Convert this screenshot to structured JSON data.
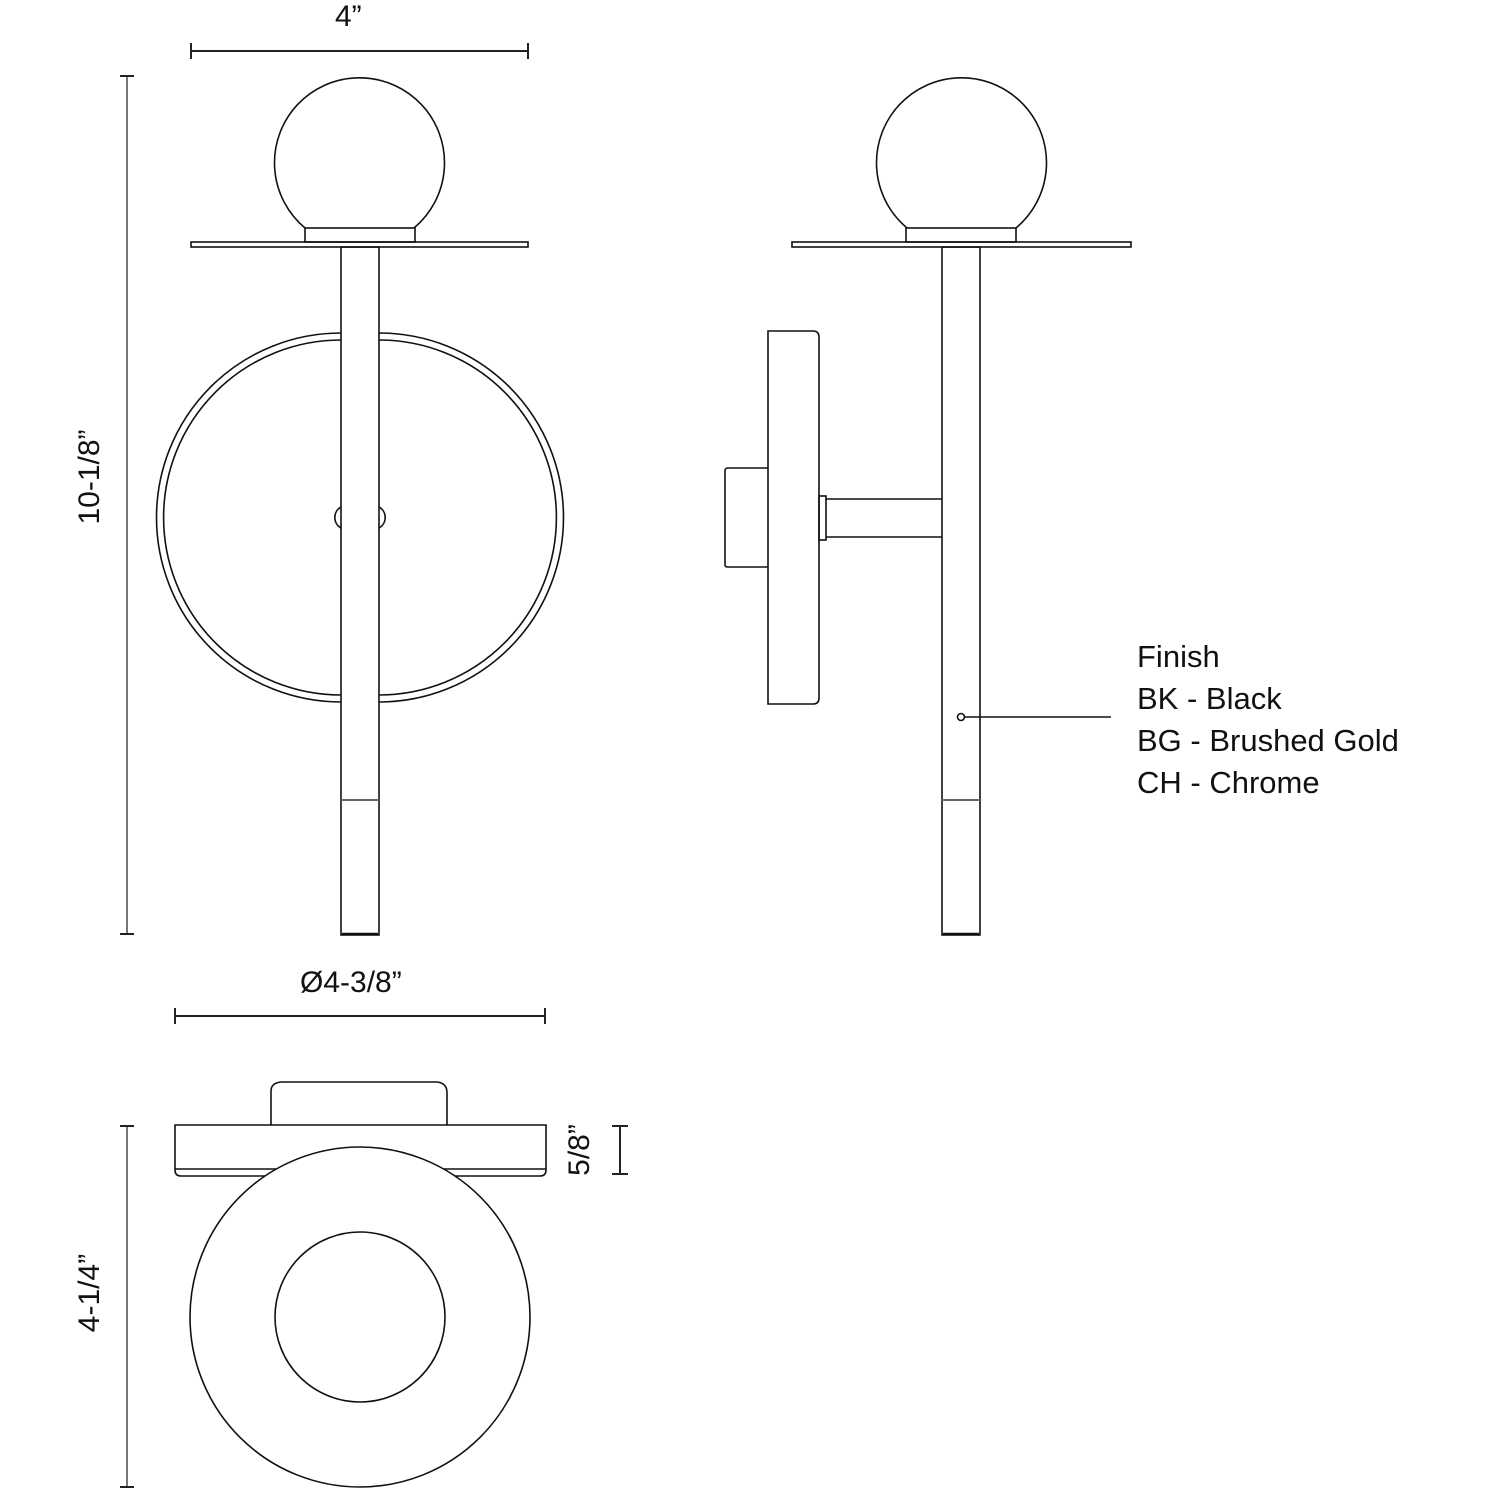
{
  "drawing": {
    "front_view": {
      "width_dim": "4”",
      "height_dim": "10-1/8”"
    },
    "side_view": {
      "finish_callout": {
        "title": "Finish",
        "options": [
          {
            "code": "BK",
            "name": "Black",
            "label": "BK - Black"
          },
          {
            "code": "BG",
            "name": "Brushed Gold",
            "label": "BG - Brushed Gold"
          },
          {
            "code": "CH",
            "name": "Chrome",
            "label": "CH - Chrome"
          }
        ]
      }
    },
    "top_view": {
      "diameter_dim": "Ø4-3/8”",
      "depth_dim": "4-1/4”",
      "backplate_thickness_dim": "5/8”"
    },
    "colors": {
      "line": "#111111",
      "dim_line": "#777777",
      "background": "#ffffff"
    }
  }
}
